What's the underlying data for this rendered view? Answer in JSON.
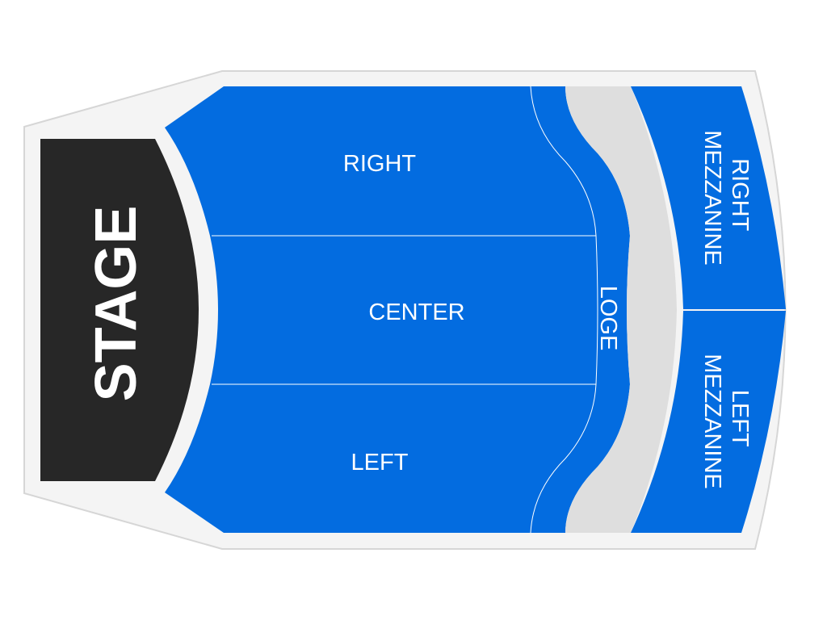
{
  "venue_map": {
    "colors": {
      "section": "#036ce0",
      "stage": "#272727",
      "aisle": "#dedede",
      "floor": "#f4f4f4",
      "outline": "#d6d6d6",
      "label": "#ffffff"
    },
    "stage": {
      "label": "STAGE"
    },
    "sections": {
      "right": {
        "label": "RIGHT"
      },
      "center": {
        "label": "CENTER"
      },
      "left": {
        "label": "LEFT"
      },
      "loge": {
        "label": "LOGE"
      },
      "right_mezzanine": {
        "line1": "RIGHT",
        "line2": "MEZZANINE"
      },
      "left_mezzanine": {
        "line1": "LEFT",
        "line2": "MEZZANINE"
      }
    }
  }
}
